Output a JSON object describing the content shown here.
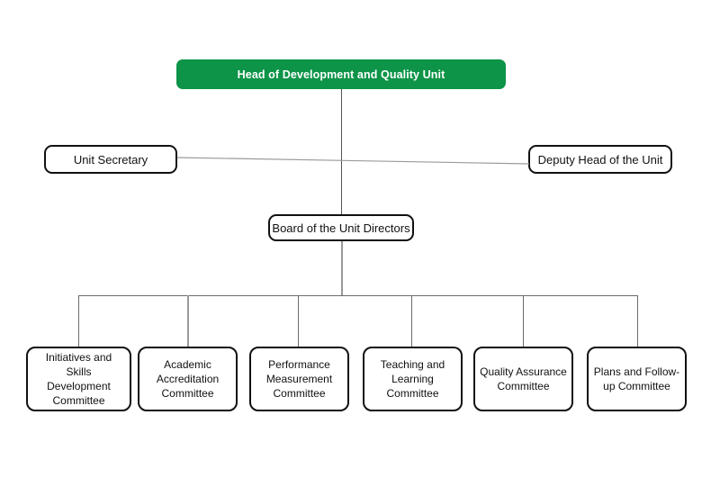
{
  "diagram": {
    "type": "organizational-chart",
    "title": "Head of Development and Quality Unit organizational structure",
    "colors": {
      "root_fill": "#0d9448",
      "root_text": "#ffffff",
      "node_border": "#111111",
      "node_fill": "#ffffff",
      "node_text": "#111111",
      "connector": "#6b6b6b",
      "connector_light": "#9a9a9a",
      "background": "#ffffff"
    },
    "root": {
      "label": "Head of Development and Quality Unit"
    },
    "staff": [
      {
        "label": "Unit Secretary"
      },
      {
        "label": "Deputy Head of the Unit"
      }
    ],
    "board": {
      "label": "Board of the Unit Directors"
    },
    "committees": [
      {
        "label": "Initiatives and\nSkills\nDevelopment\nCommittee"
      },
      {
        "label": "Academic\nAccreditation\nCommittee"
      },
      {
        "label": "Performance\nMeasurement\nCommittee"
      },
      {
        "label": "Teaching and\nLearning\nCommittee"
      },
      {
        "label": "Quality Assurance\nCommittee"
      },
      {
        "label": "Plans and Follow-\nup Committee"
      }
    ]
  }
}
